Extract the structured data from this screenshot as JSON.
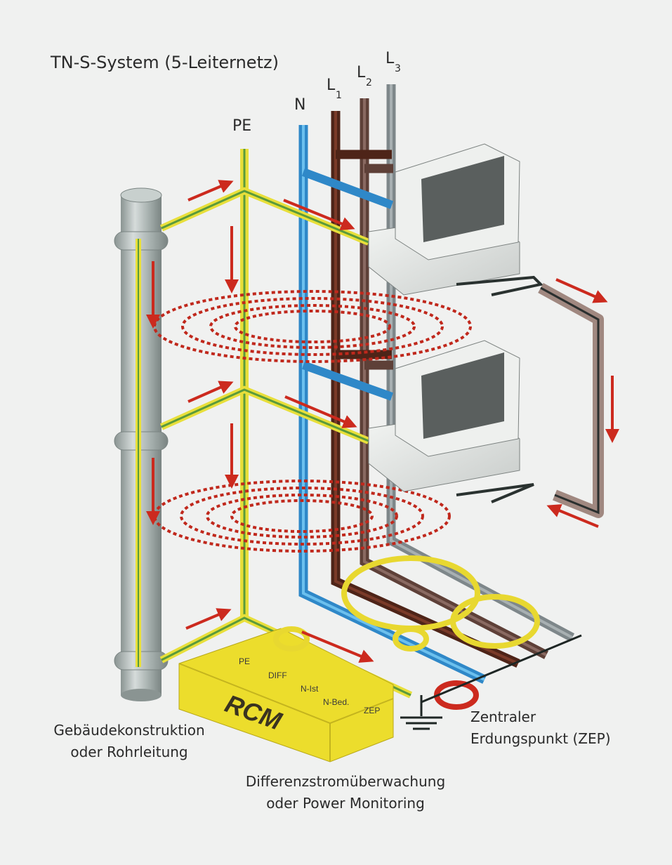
{
  "title": "TN-S-System (5-Leiternetz)",
  "conductors": {
    "pe": "PE",
    "n": "N",
    "l1": {
      "base": "L",
      "sub": "1"
    },
    "l2": {
      "base": "L",
      "sub": "2"
    },
    "l3": {
      "base": "L",
      "sub": "3"
    }
  },
  "rcm": {
    "label": "RCM",
    "inputs": [
      "PE",
      "DIFF",
      "N-Ist",
      "N-Bed.",
      "ZEP"
    ]
  },
  "captions": {
    "building": [
      "Gebäudekonstruktion",
      "oder Rohrleitung"
    ],
    "monitoring": [
      "Differenzstromüberwachung",
      "oder Power Monitoring"
    ],
    "zep": [
      "Zentraler",
      "Erdungspunkt (ZEP)"
    ]
  },
  "colors": {
    "background": "#f0f1f0",
    "pe_yellow": "#e8df3a",
    "pe_green": "#5a9a3c",
    "neutral_blue": "#3aa0dc",
    "l1_brown": "#5a2a1e",
    "l2_brown": "#6a4a42",
    "l3_grey": "#8a9296",
    "arrow_red": "#cc2a1e",
    "field_red": "#c0281c",
    "rcm_yellow": "#ecdd2c",
    "pipe_grey": "#a8b2b0"
  },
  "icons": [
    "computer-icon",
    "arrow-icon",
    "ground-icon",
    "current-transformer-icon"
  ]
}
